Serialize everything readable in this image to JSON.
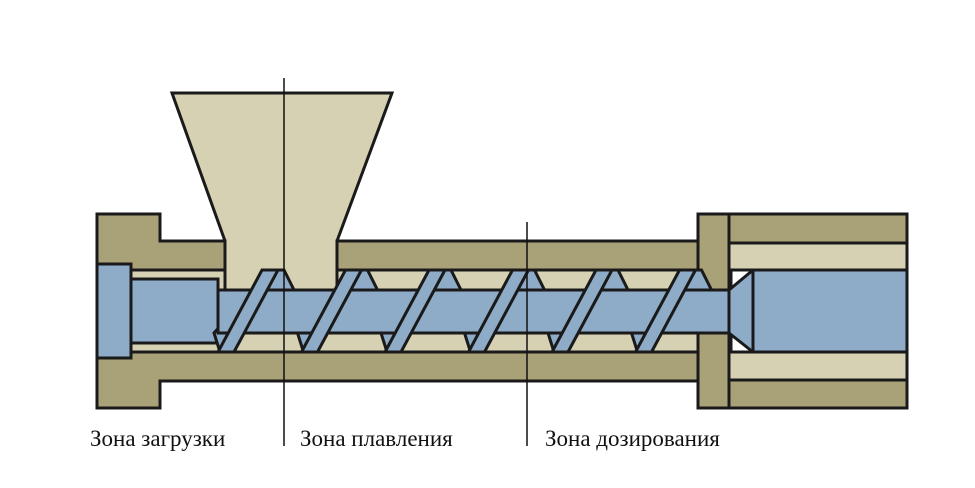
{
  "labels": {
    "zone_feed": "Зона загрузки",
    "zone_melt": "Зона плавления",
    "zone_metering": "Зона дозирования"
  },
  "colors": {
    "barrel": "#a9a178",
    "hopper": "#d6d1b2",
    "screw": "#8eabc8",
    "outline": "#1a1a1a"
  },
  "screw_flights": 6
}
